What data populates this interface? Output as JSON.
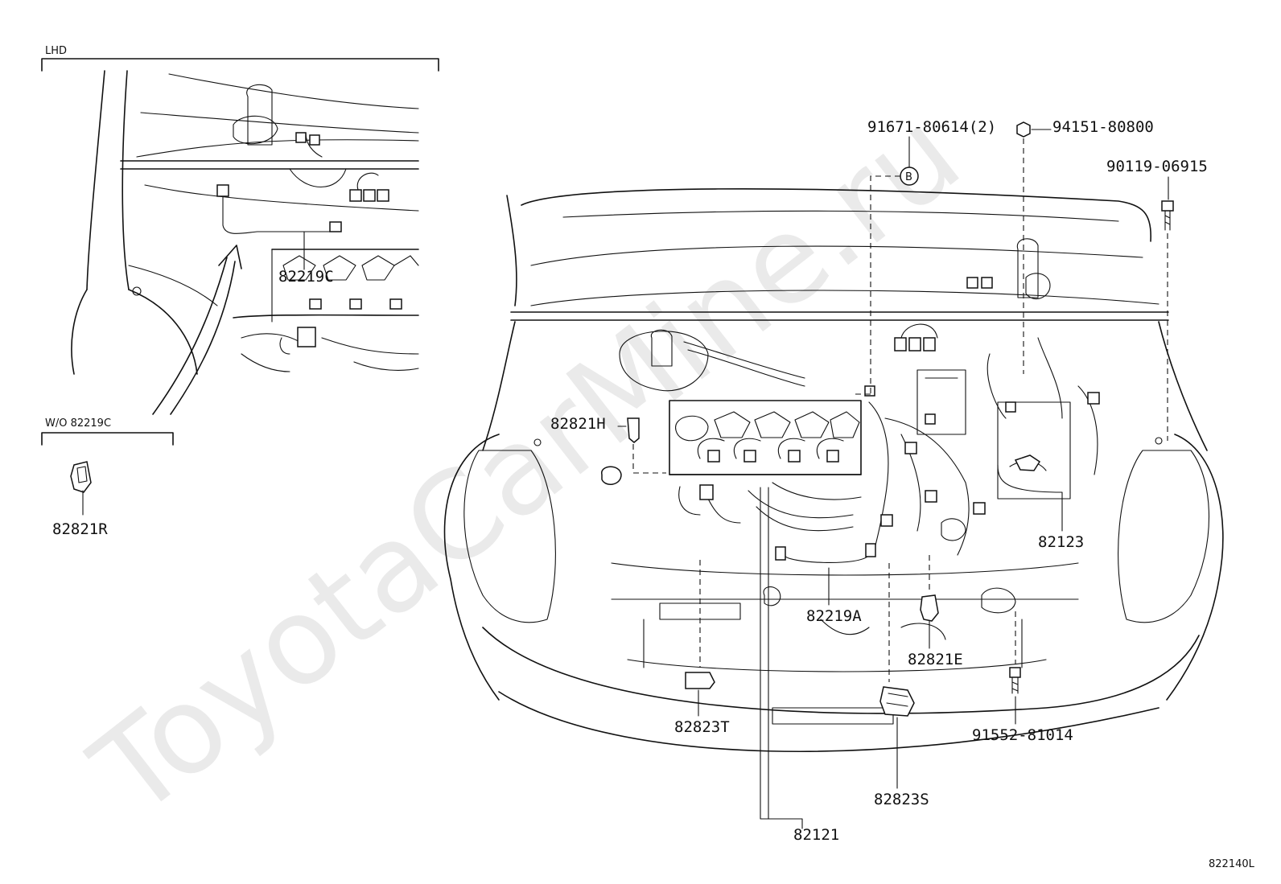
{
  "watermark": "ToyotaCarMine.ru",
  "insets": {
    "lhd_label": "LHD",
    "wo_label": "W/O 82219C"
  },
  "parts": {
    "p82219C": "82219C",
    "p82821R": "82821R",
    "p91671": "91671-80614(2)",
    "p94151": "94151-80800",
    "p90119": "90119-06915",
    "p82821H": "82821H",
    "p82123": "82123",
    "p82219A": "82219A",
    "p82821E": "82821E",
    "p82823T": "82823T",
    "p91552": "91552-81014",
    "p82823S": "82823S",
    "p82121": "82121",
    "callout_b": "B"
  },
  "diagram_code": "822140L"
}
